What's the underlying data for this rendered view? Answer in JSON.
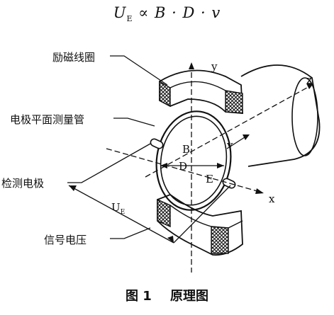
{
  "formula": {
    "lhs": "U",
    "lhs_sub": "E",
    "rhs": "∝ B · D · v"
  },
  "labels": {
    "excitation_coil": "励磁线圈",
    "measuring_tube": "电极平面测量管",
    "electrode": "检测电极",
    "signal_voltage": "信号电压"
  },
  "symbols": {
    "B": "B",
    "D": "D",
    "E": "E",
    "v": "v",
    "x": "x",
    "y": "y",
    "z": "z",
    "ue": "U",
    "ue_sub": "E"
  },
  "caption": {
    "figure": "图 1",
    "title": "原理图"
  }
}
